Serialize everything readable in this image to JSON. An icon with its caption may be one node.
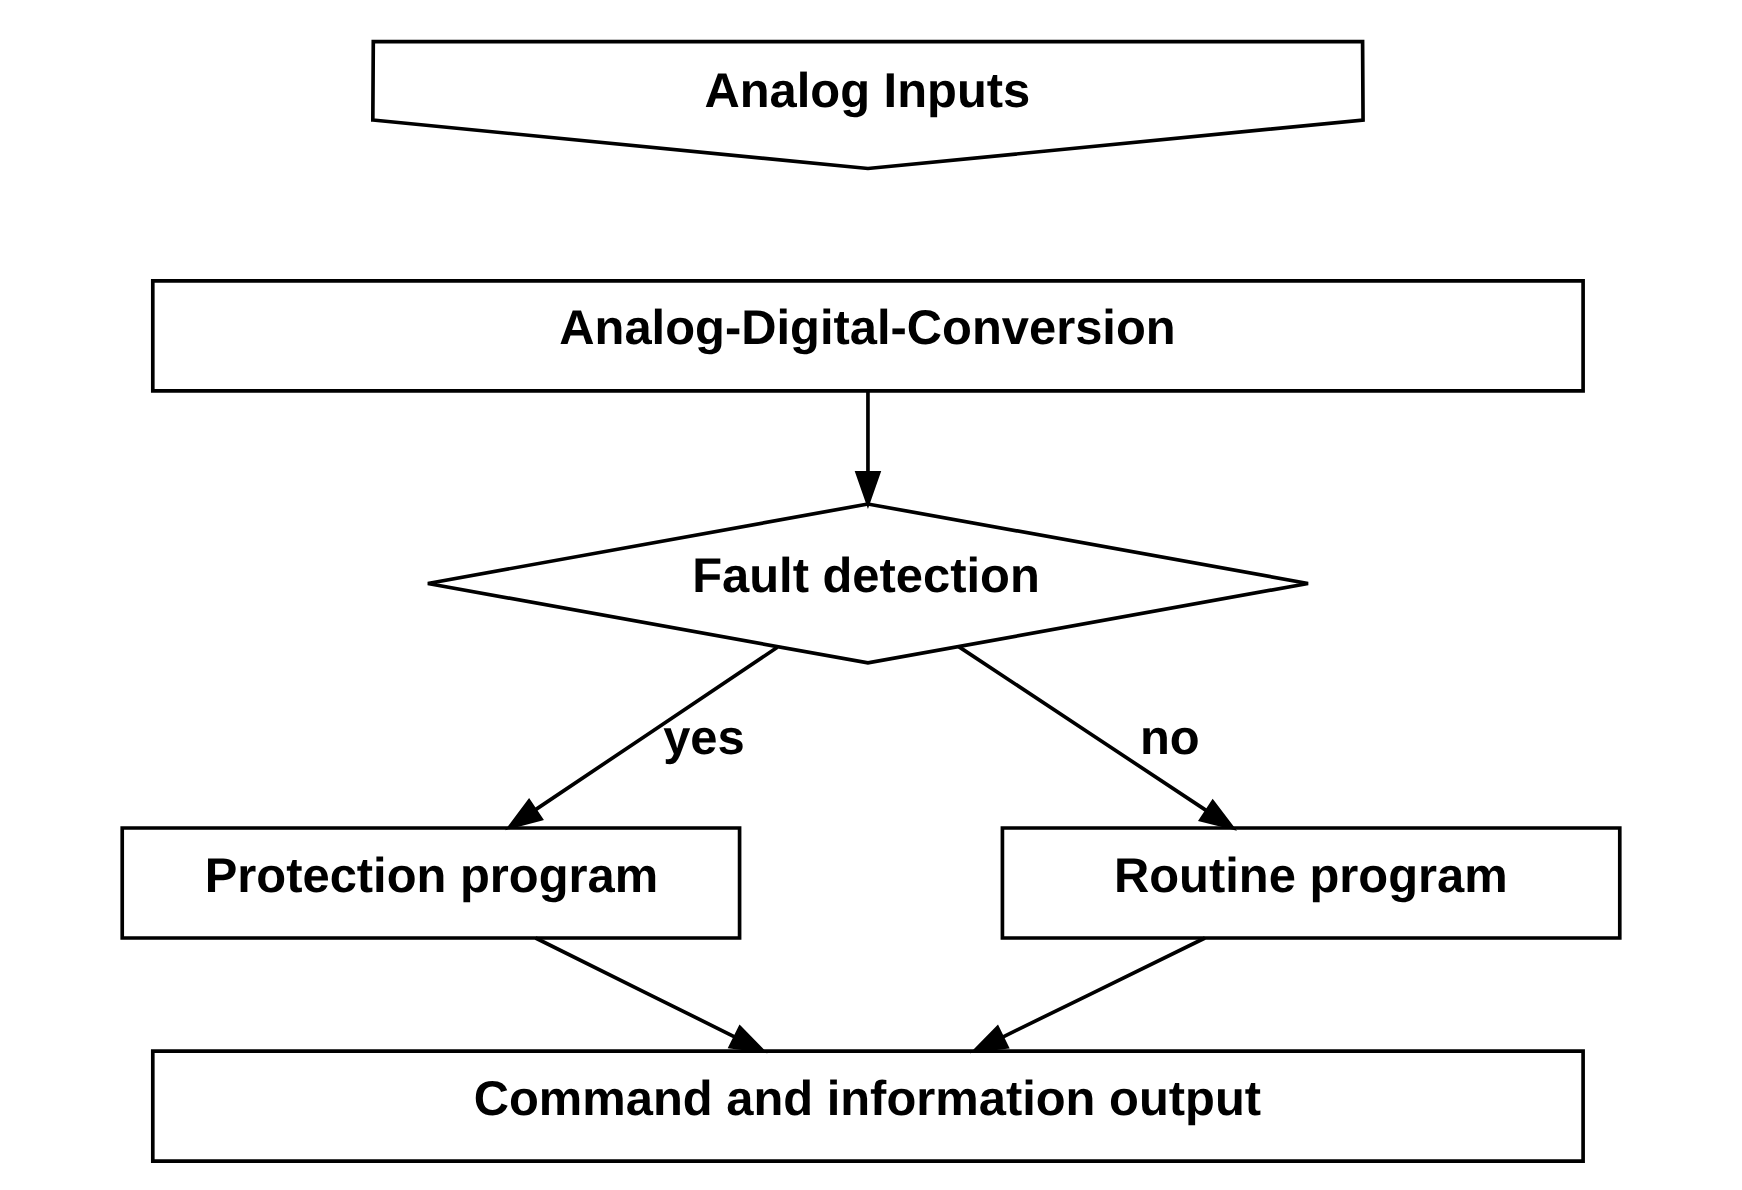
{
  "diagram": {
    "nodes": [
      {
        "text": [
          "Analog Inputs"
        ]
      },
      {
        "text": [
          "Analog-Digital-Conversion"
        ]
      },
      {
        "text": [
          "Fault detection"
        ]
      },
      {
        "text": [
          "Protection program"
        ]
      },
      {
        "text": [
          "Routine program"
        ]
      },
      {
        "text": [
          "Command and information output"
        ]
      }
    ],
    "edges": [
      {
        "from": 1,
        "to": 2,
        "arrow": "to"
      },
      {
        "from": 2,
        "to": 3,
        "arrow": "to",
        "label": "yes"
      },
      {
        "from": 2,
        "to": 4,
        "arrow": "to",
        "label": "no"
      },
      {
        "from": 3,
        "to": 5,
        "arrow": "to"
      },
      {
        "from": 4,
        "to": 5,
        "arrow": "to"
      }
    ]
  }
}
